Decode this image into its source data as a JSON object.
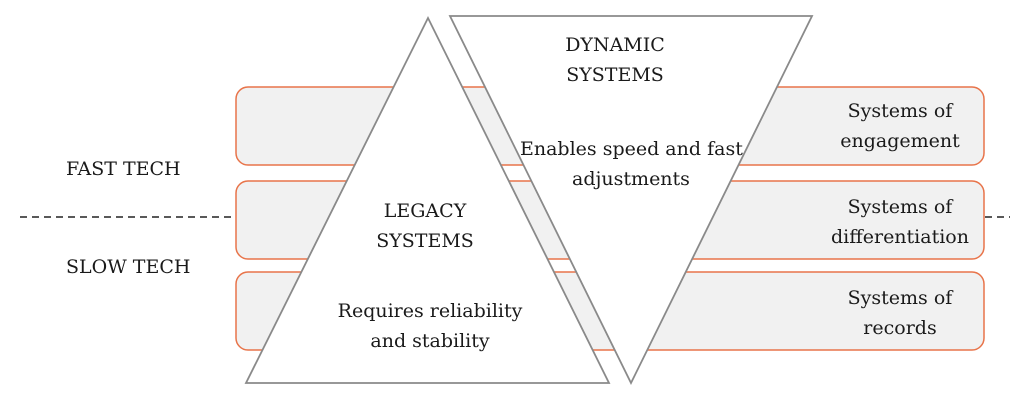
{
  "speed_labels": {
    "fast": "FAST TECH",
    "slow": "SLOW TECH"
  },
  "dynamic": {
    "title": [
      "DYNAMIC",
      "SYSTEMS"
    ],
    "description": [
      "Enables speed and fast",
      "adjustments"
    ]
  },
  "legacy": {
    "title": [
      "LEGACY",
      "SYSTEMS"
    ],
    "description": [
      "Requires reliability",
      "and stability"
    ]
  },
  "layers": [
    {
      "lines": [
        "Systems of",
        "engagement"
      ]
    },
    {
      "lines": [
        "Systems of",
        "differentiation"
      ]
    },
    {
      "lines": [
        "Systems of",
        "records"
      ]
    }
  ],
  "colors": {
    "band_stroke": "#e8744a",
    "band_fill": "#f1f1f1",
    "triangle_stroke": "#8a8a8a",
    "triangle_fill": "#ffffff",
    "divider": "#222222"
  }
}
